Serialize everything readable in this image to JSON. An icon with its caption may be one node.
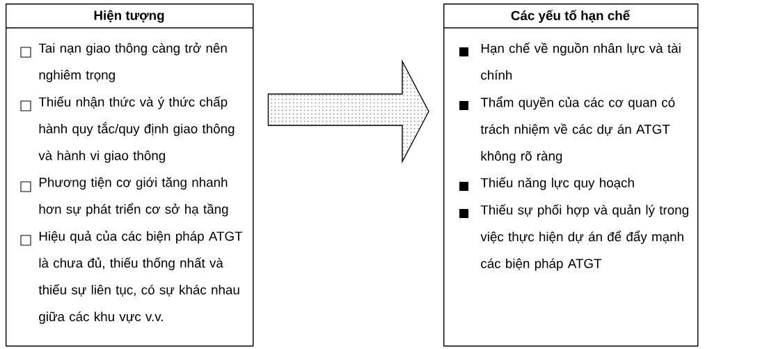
{
  "diagram": {
    "nodes": [
      {
        "text": [
          "Hiện tượng",
          "Tai nạn giao thông càng trở nên nghiêm trọng",
          "Thiếu nhận thức và ý thức chấp hành quy tắc/quy định giao thông và hành vi giao thông",
          "Phương tiện cơ giới tăng nhanh hơn sự phát triển cơ sở hạ tầng",
          "Hiệu quả của các biện pháp ATGT là chưa đủ, thiếu thống nhất và thiếu sự liên tục, có sự khác nhau giữa các khu vực v.v."
        ]
      },
      {
        "text": [
          "Các yếu tố hạn chế",
          "Hạn chế về nguồn nhân lực và tài chính",
          "Thẩm quyền của các cơ quan có trách nhiệm về các dự án ATGT không rõ ràng",
          "Thiếu năng lực quy hoạch",
          "Thiếu sự phối hợp và quản lý trong việc thực hiện dự án để đẩy mạnh các biện pháp ATGT"
        ]
      }
    ],
    "edges": [
      {
        "from": 0,
        "to": 1,
        "arrow": "to"
      }
    ]
  }
}
